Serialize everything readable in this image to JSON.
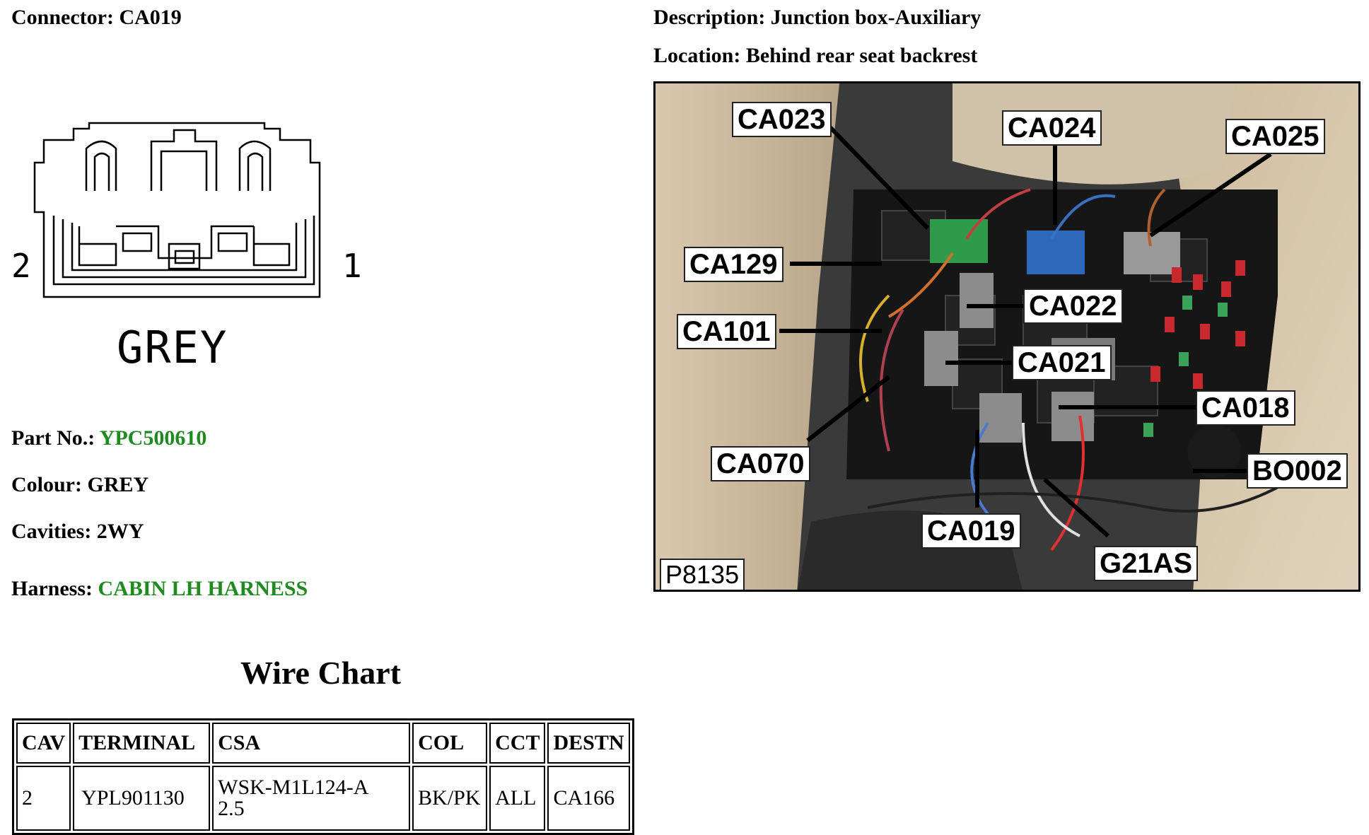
{
  "header": {
    "connector_label": "Connector: CA019",
    "description_label": "Description: Junction box-Auxiliary",
    "location_label": "Location: Behind rear seat backrest"
  },
  "drawing": {
    "pin_left": "2",
    "pin_right": "1",
    "caption": "GREY"
  },
  "details": {
    "part_no_label": "Part No.: ",
    "part_no_value": "YPC500610",
    "colour_label": "Colour: GREY",
    "cavities_label": "Cavities: 2WY",
    "harness_label": "Harness: ",
    "harness_value": "CABIN LH HARNESS"
  },
  "wire_chart": {
    "title": "Wire Chart",
    "columns": [
      "CAV",
      "TERMINAL",
      "CSA",
      "COL",
      "CCT",
      "DESTN"
    ],
    "rows": [
      {
        "cav": "2",
        "terminal": "YPL901130",
        "csa_line1": "WSK-M1L124-A",
        "csa_line2": "2.5",
        "col": "BK/PK",
        "cct": "ALL",
        "destn": "CA166"
      }
    ]
  },
  "photo": {
    "callouts": [
      "CA023",
      "CA024",
      "CA025",
      "CA129",
      "CA022",
      "CA101",
      "CA021",
      "CA018",
      "CA070",
      "BO002",
      "CA019",
      "G21AS"
    ],
    "ref": "P8135"
  },
  "colors": {
    "link_green": "#1f8a1f"
  }
}
